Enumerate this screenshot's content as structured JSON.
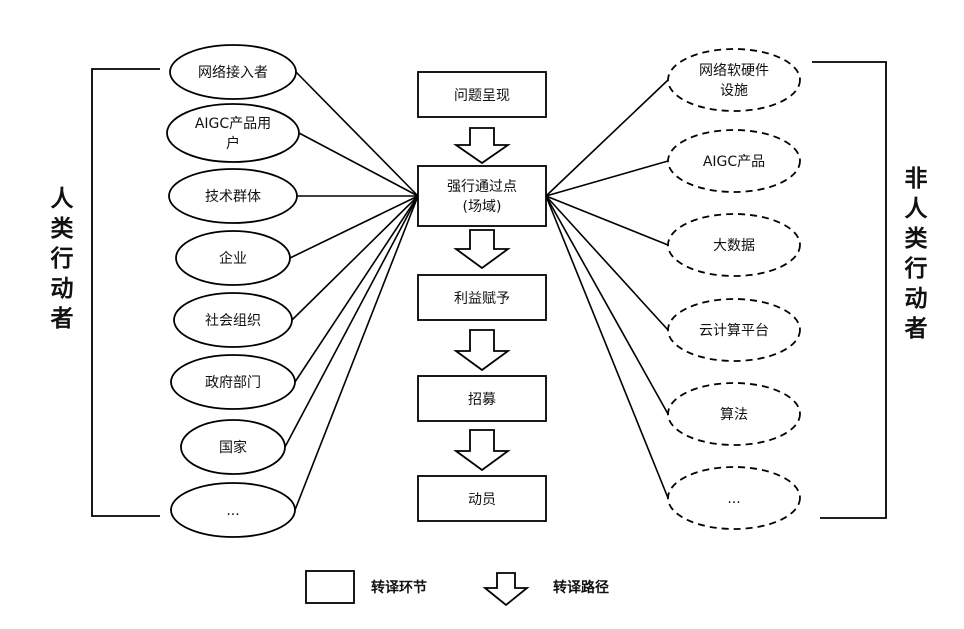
{
  "human_group": {
    "label": "人类行动者",
    "actors": [
      "网络接入者",
      "AIGC产品用户",
      "技术群体",
      "企业",
      "社会组织",
      "政府部门",
      "国家",
      "..."
    ]
  },
  "nonhuman_group": {
    "label": "非人类行动者",
    "actors": [
      "网络软硬件设施",
      "AIGC产品",
      "大数据",
      "云计算平台",
      "算法",
      "..."
    ]
  },
  "process_steps": [
    "问题呈现",
    "强行通过点(场域)",
    "利益赋予",
    "招募",
    "动员"
  ],
  "legend": {
    "box_label": "转译环节",
    "arrow_label": "转译路径"
  }
}
